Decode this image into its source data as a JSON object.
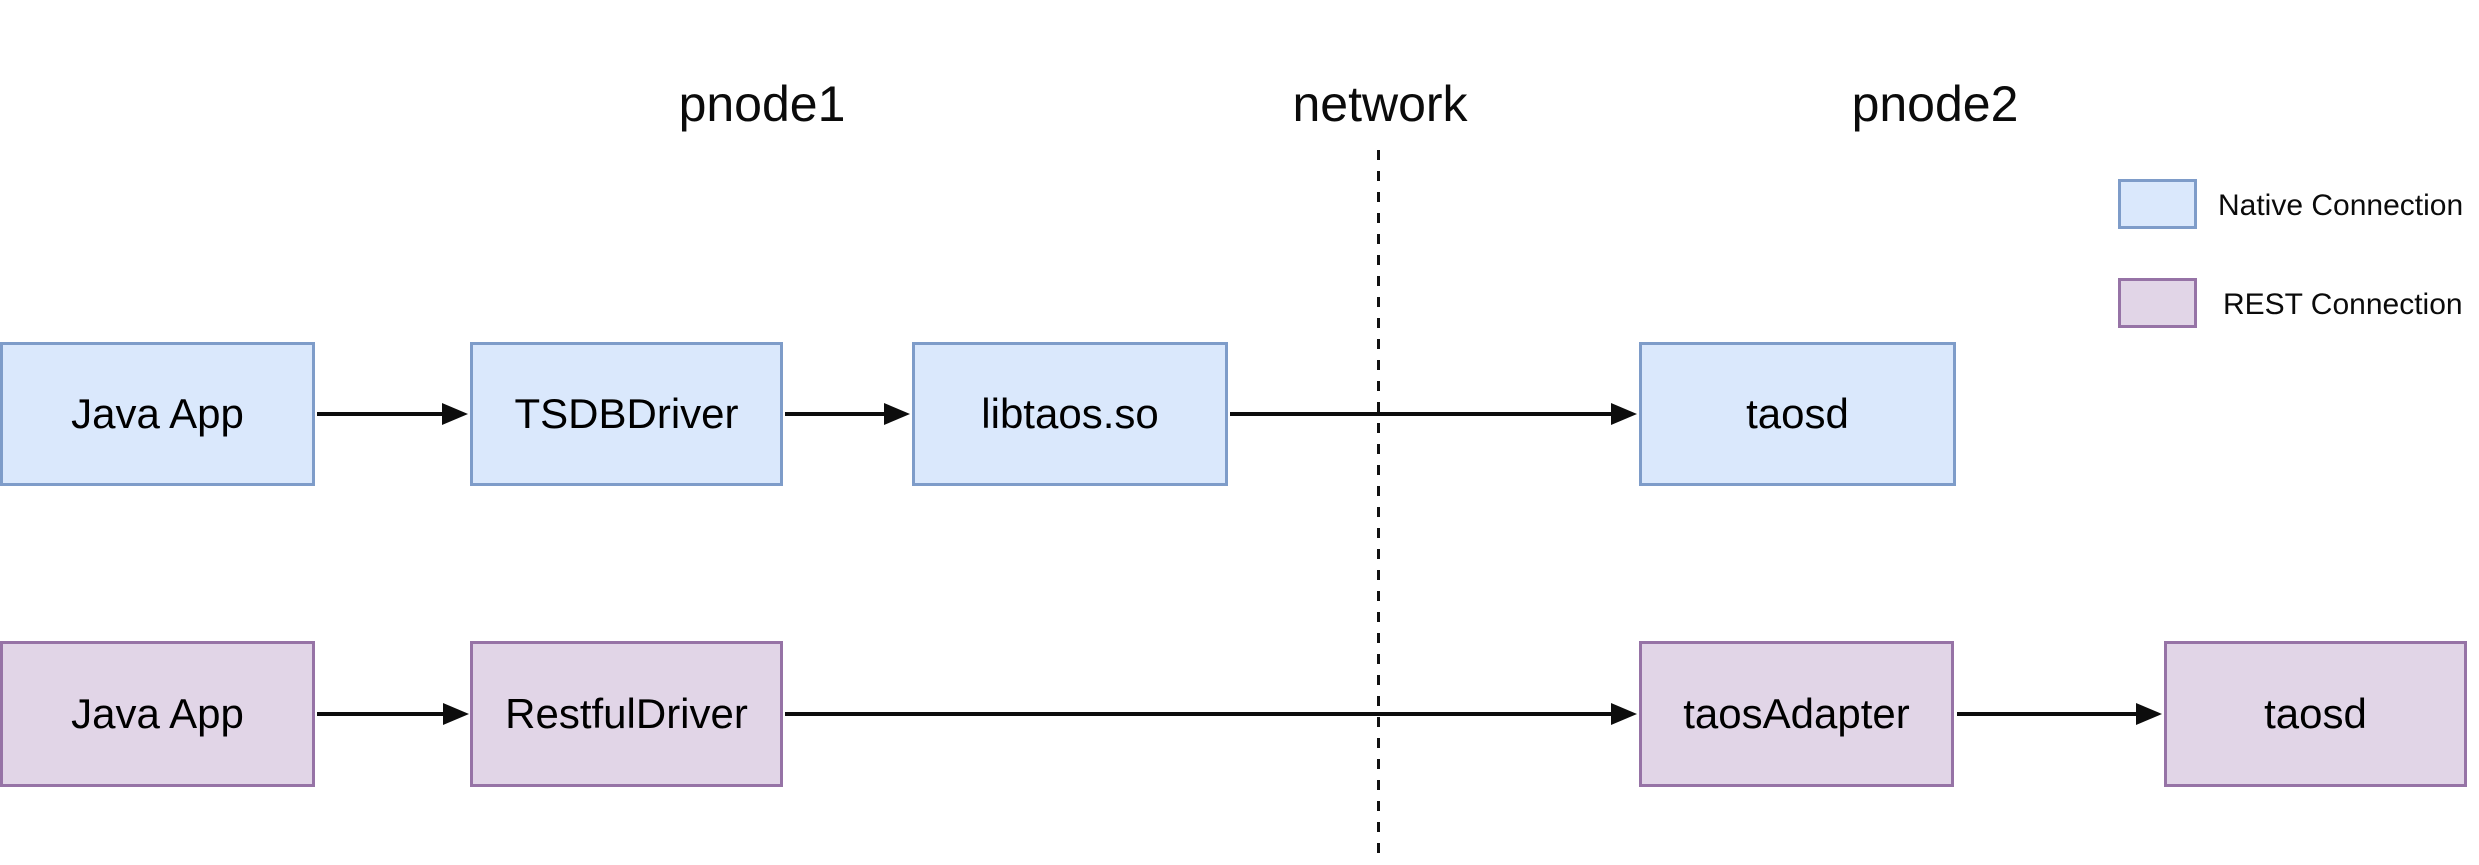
{
  "headers": {
    "pnode1": "pnode1",
    "network": "network",
    "pnode2": "pnode2"
  },
  "legend": {
    "native": {
      "label": "Native Connection",
      "fill": "#dae8fc",
      "border": "#7e9cc9"
    },
    "rest": {
      "label": "REST Connection",
      "fill": "#e1d5e7",
      "border": "#9673a6"
    }
  },
  "nodes": {
    "native": [
      {
        "label": "Java App"
      },
      {
        "label": "TSDBDriver"
      },
      {
        "label": "libtaos.so"
      },
      {
        "label": "taosd"
      }
    ],
    "rest": [
      {
        "label": "Java App"
      },
      {
        "label": "RestfulDriver"
      },
      {
        "label": "taosAdapter"
      },
      {
        "label": "taosd"
      }
    ]
  },
  "edges": [
    {
      "from": "Java App",
      "to": "TSDBDriver",
      "row": "native"
    },
    {
      "from": "TSDBDriver",
      "to": "libtaos.so",
      "row": "native"
    },
    {
      "from": "libtaos.so",
      "to": "taosd",
      "row": "native",
      "crosses": "network"
    },
    {
      "from": "Java App",
      "to": "RestfulDriver",
      "row": "rest"
    },
    {
      "from": "RestfulDriver",
      "to": "taosAdapter",
      "row": "rest",
      "crosses": "network"
    },
    {
      "from": "taosAdapter",
      "to": "taosd",
      "row": "rest"
    }
  ],
  "colors": {
    "native_fill": "#dae8fc",
    "native_border": "#7e9cc9",
    "rest_fill": "#e1d5e7",
    "rest_border": "#9673a6",
    "line": "#0d0d0d",
    "background": "#ffffff"
  }
}
